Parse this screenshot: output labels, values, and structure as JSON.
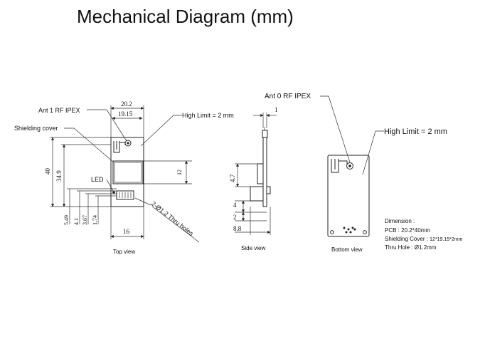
{
  "title": "Mechanical Diagram (mm)",
  "top_view": {
    "caption": "Top view",
    "labels": {
      "ant1": "Ant 1 RF IPEX",
      "shielding": "Shielding cover",
      "led": "LED",
      "high_limit": "High Limit = 2 mm",
      "thru_holes": "2-Ø1.2 Thru holes"
    },
    "dims": {
      "width_pcb": "20.2",
      "width_shield": "19.15",
      "height_pcb": "40",
      "height_shield": "34.9",
      "shield_h": "12",
      "d549": "5.49",
      "d41": "4.1",
      "d367": "3.67",
      "d174": "1.74",
      "bottom_w": "16"
    }
  },
  "side_view": {
    "caption": "Side view",
    "dims": {
      "t1": "1",
      "d47": "4.7",
      "d4": "4",
      "d2": "2",
      "d88": "8.8"
    }
  },
  "bottom_view": {
    "caption": "Bottom view",
    "labels": {
      "ant0": "Ant 0 RF IPEX",
      "high_limit": "High Limit = 2 mm"
    }
  },
  "dimension_notes": {
    "heading": "Dimension :",
    "pcb_label": "PCB : ",
    "pcb_value": "20.2*40mm",
    "shield_label": "Shielding Cover : ",
    "shield_value": "12*19.15*2mm",
    "hole_label": "Thru Hole : ",
    "hole_value": "Ø1.2mm"
  }
}
